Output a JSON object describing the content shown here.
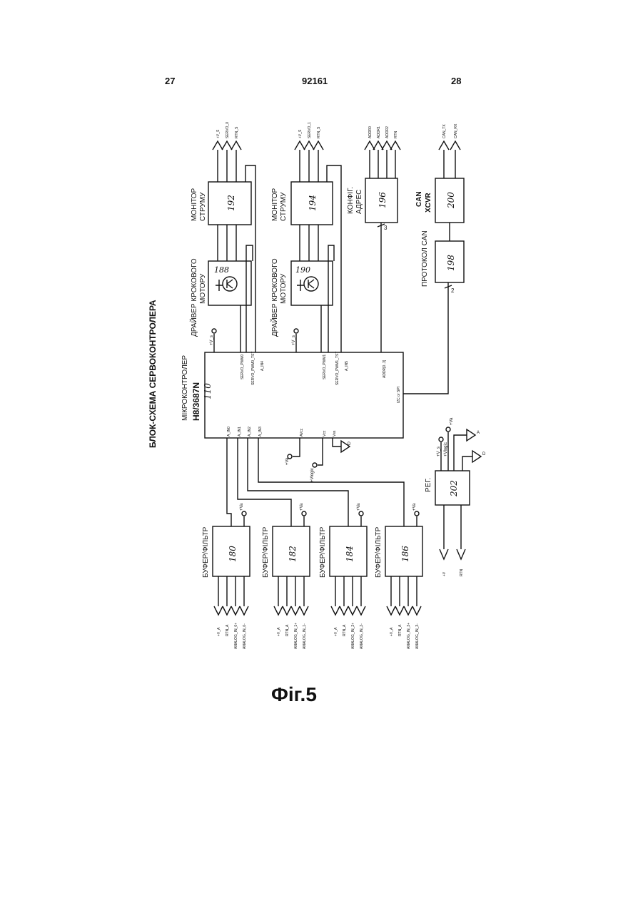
{
  "header": {
    "page_left": "27",
    "doc_number": "92161",
    "page_right": "28"
  },
  "diagram": {
    "title": "БЛОК-СХЕМА СЕРВОКОНТРОЛЕРА",
    "figure_caption": "Фіг.5",
    "microcontroller": {
      "label": "МІКРОКОНТРОЛЕР",
      "part": "H8/3687N",
      "number": "110",
      "pins_left": [
        "A_IN0",
        "A_IN1",
        "A_IN2",
        "A_IN3",
        "AVcc",
        "Vcc",
        "Vss"
      ],
      "pins_right": [
        "SERVO_PWM0",
        "SERVO_PWM0_TST",
        "A_IN4",
        "SERVO_PWM1",
        "SERVO_PWM1_TST",
        "A_IN5",
        "ADDR[0..3]",
        "I2C or SPI"
      ]
    },
    "supply_labels": {
      "vs": "+V_s",
      "va": "+Va",
      "vlogic": "+Vlogic",
      "ground": "D",
      "ground_a": "A"
    },
    "blocks": [
      {
        "id": "driver1",
        "label1": "ДРАЙВЕР КРОКОВОГО",
        "label2": "МОТОРУ",
        "number": "188"
      },
      {
        "id": "monitor1",
        "label1": "МОНІТОР",
        "label2": "СТРУМУ",
        "number": "192"
      },
      {
        "id": "driver2",
        "label1": "ДРАЙВЕР КРОКОВОГО",
        "label2": "МОТОРУ",
        "number": "190"
      },
      {
        "id": "monitor2",
        "label1": "МОНІТОР",
        "label2": "СТРУМУ",
        "number": "194"
      },
      {
        "id": "config",
        "label1": "КОНФІГ.",
        "label2": "АДРЕС",
        "number": "196"
      },
      {
        "id": "canproto",
        "label1": "ПРОТОКОЛ CAN",
        "label2": "",
        "number": "198"
      },
      {
        "id": "canxcvr",
        "label1": "CAN",
        "label2": "XCVR",
        "number": "200"
      },
      {
        "id": "reg",
        "label1": "РЕГ.",
        "label2": "",
        "number": "202"
      },
      {
        "id": "buf1",
        "label1": "БУФЕР/ФІЛЬТР",
        "label2": "",
        "number": "180"
      },
      {
        "id": "buf2",
        "label1": "БУФЕР/ФІЛЬТР",
        "label2": "",
        "number": "182"
      },
      {
        "id": "buf3",
        "label1": "БУФЕР/ФІЛЬТР",
        "label2": "",
        "number": "184"
      },
      {
        "id": "buf4",
        "label1": "БУФЕР/ФІЛЬТР",
        "label2": "",
        "number": "186"
      }
    ],
    "connectors": {
      "servo0": [
        "+V_S",
        "SERVO_0",
        "RTN_S"
      ],
      "servo1": [
        "+V_S",
        "SERVO_1",
        "RTN_S"
      ],
      "addr": [
        "ADDR0",
        "ADDR1",
        "ADDR2",
        "RTN"
      ],
      "can": [
        "CAN_TX",
        "CAN_RX"
      ],
      "power": [
        "+V",
        "RTN"
      ],
      "buf1": [
        "+V_A",
        "RTN_A",
        "ANALOG_IN_0+",
        "ANALOG_IN_0-"
      ],
      "buf2": [
        "+V_A",
        "RTN_A",
        "ANALOG_IN_1+",
        "ANALOG_IN_1-"
      ],
      "buf3": [
        "+V_A",
        "RTN_A",
        "ANALOG_IN_2+",
        "ANALOG_IN_2-"
      ],
      "buf4": [
        "+V_A",
        "RTN_A",
        "ANALOG_IN_3+",
        "ANALOG_IN_3-"
      ]
    },
    "bus_widths": {
      "config": "3",
      "can": "2"
    }
  }
}
